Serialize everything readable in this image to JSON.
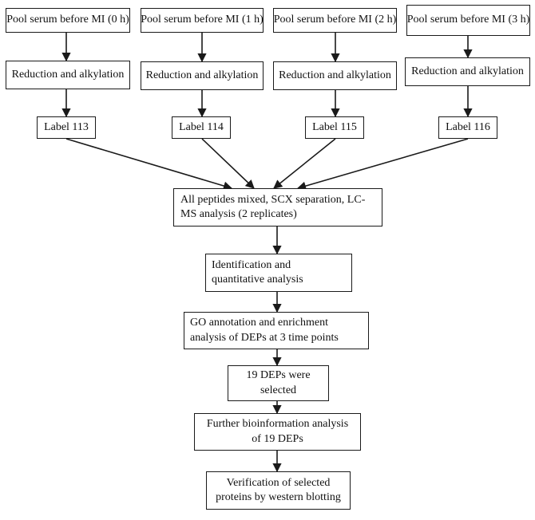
{
  "diagram": {
    "sources": [
      "Pool serum before MI (0 h)",
      "Pool serum before MI (1 h)",
      "Pool serum before MI (2 h)",
      "Pool serum before MI (3 h)"
    ],
    "reduction": [
      "Reduction and alkylation",
      "Reduction and alkylation",
      "Reduction and alkylation",
      "Reduction and alkylation"
    ],
    "labels": [
      "Label 113",
      "Label 114",
      "Label 115",
      "Label 116"
    ],
    "steps": {
      "mixed": "All peptides mixed, SCX separation, LC-MS analysis (2 replicates)",
      "identification": "Identification and quantitative analysis",
      "go_annotation": "GO annotation and enrichment analysis of DEPs at 3 time points",
      "selected": "19 DEPs were selected",
      "bioinfo": "Further bioinformation analysis of 19 DEPs",
      "verification": "Verification of selected proteins by western blotting"
    }
  }
}
